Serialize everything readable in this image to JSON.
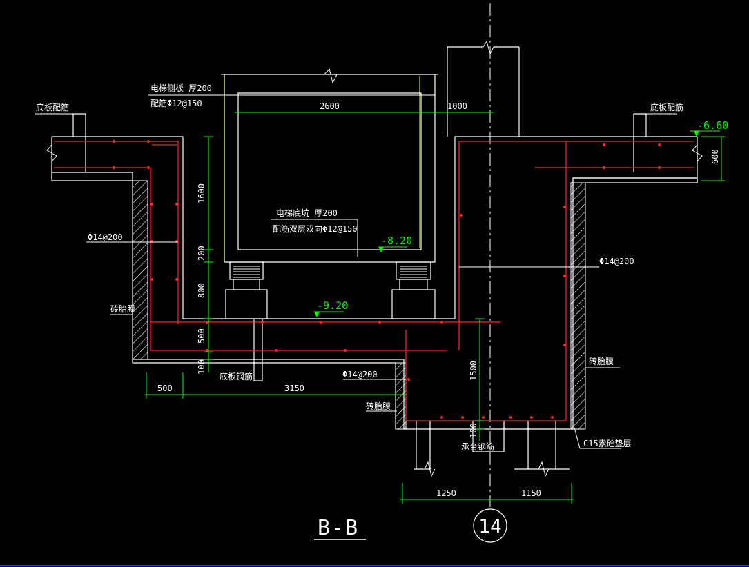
{
  "colors": {
    "background": "#000000",
    "outline": "#ffffff",
    "rebar": "#ff2020",
    "dimension": "#00ff00",
    "pit_wall": "#ffff66",
    "bottom_border": "#2040ff"
  },
  "labels": {
    "bottom_slab_left": "底板配筋",
    "bottom_slab_right": "底板配筋",
    "pit_side_wall": "电梯侧板 厚200",
    "pit_side_rebar": "配筋Φ12@150",
    "pit_floor": "电梯底坑 厚200",
    "pit_floor_rebar": "配筋双层双向Φ12@150",
    "left_wall_rebar": "Φ14@200",
    "right_wall_rebar": "Φ14@200",
    "pit_rebar": "Φ14@200",
    "waterproof_left": "砖胎膜",
    "waterproof_right": "砖胎膜",
    "waterproof_pit": "砖胎膜",
    "bottom_rebar": "底板钢筋",
    "cap_rebar": "承台钢筋",
    "cushion": "C15素砼垫层"
  },
  "elevations": {
    "top": "-6.60",
    "pit_floor": "-8.20",
    "slab": "-9.20"
  },
  "dimensions": {
    "pit_width": "2600",
    "offset": "1000",
    "slab_thick": "600",
    "h1": "1600",
    "h2": "200",
    "h3": "800",
    "h4": "500",
    "h5": "100",
    "pit_depth": "1500",
    "cap_thick": "100",
    "left_w": "500",
    "bottom_w": "3150",
    "cap_left": "1250",
    "cap_right": "1150"
  },
  "section_title": "B-B",
  "axis_number": "14"
}
